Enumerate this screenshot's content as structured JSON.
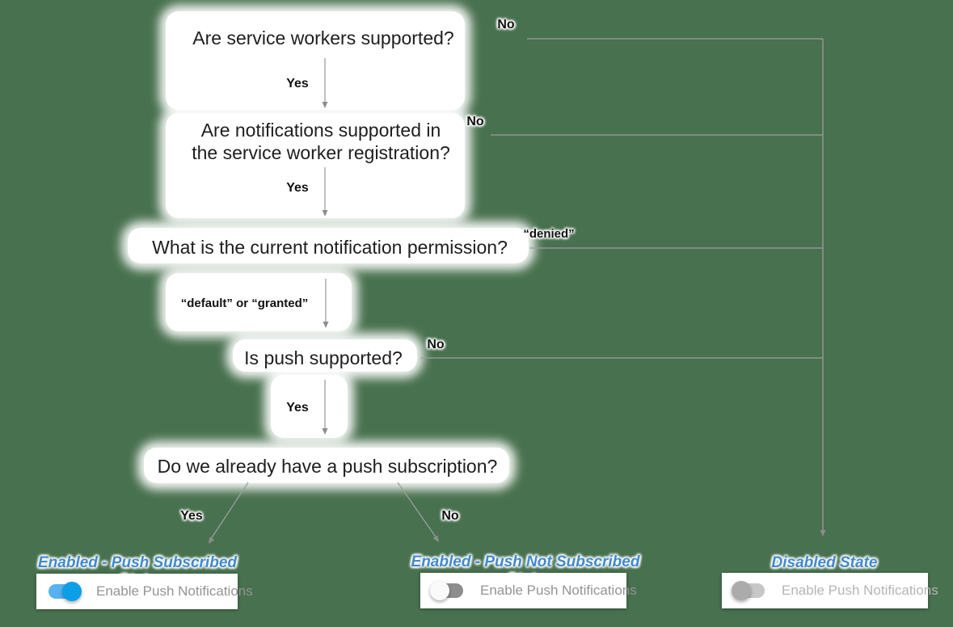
{
  "flowchart": {
    "questions": [
      {
        "id": "q1",
        "lines": [
          "Are service workers supported?"
        ]
      },
      {
        "id": "q2",
        "lines": [
          "Are notifications supported in",
          "the service worker registration?"
        ]
      },
      {
        "id": "q3",
        "lines": [
          "What is the current notification permission?"
        ]
      },
      {
        "id": "q4",
        "lines": [
          "Is push supported?"
        ]
      },
      {
        "id": "q5",
        "lines": [
          "Do we already have a push subscription?"
        ]
      }
    ],
    "edges": {
      "q1_yes": "Yes",
      "q1_no": "No",
      "q2_yes": "Yes",
      "q2_no": "No",
      "q3_yes": "“default” or “granted”",
      "q3_no": "“denied”",
      "q4_yes": "Yes",
      "q4_no": "No",
      "q5_yes": "Yes",
      "q5_no": "No"
    },
    "outcomes": [
      {
        "label": "Enabled - Push Subscribed State",
        "card_label": "Enable Push Notifications",
        "toggle_state": "on"
      },
      {
        "label": "Enabled - Push Not Subscribed State",
        "card_label": "Enable Push Notifications",
        "toggle_state": "off"
      },
      {
        "label": "Disabled State",
        "card_label": "Enable Push Notifications",
        "toggle_state": "disabled"
      }
    ],
    "colors": {
      "background": "#48714F",
      "line_gray": "#9E9E9E",
      "arrow_gray": "#8D8D8D",
      "state_label_blue": "#4189CE",
      "toggle_on_knob": "#0C9FE8",
      "toggle_on_track": "#56B3EF",
      "toggle_off_track": "#8D8D8D",
      "toggle_off_knob": "#FAFAFA",
      "toggle_disabled_track": "#C7C7C7",
      "toggle_disabled_knob": "#ABABAB",
      "question_text": "#1E1E1E"
    }
  }
}
